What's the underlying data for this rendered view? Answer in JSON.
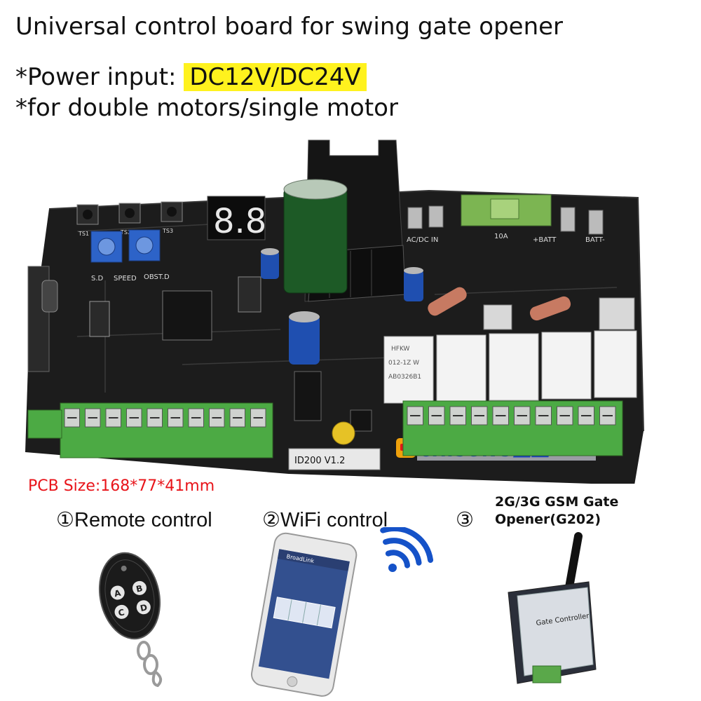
{
  "title": "Universal control board for swing gate opener",
  "power": {
    "label": "*Power input: ",
    "value": "DC12V/DC24V"
  },
  "motors": "*for double motors/single motor",
  "pcb_size": "PCB Size:168*77*41mm",
  "features": {
    "remote": "①Remote control",
    "wifi": "②WiFi control",
    "gsm_num": "③",
    "gsm_line1": "2G/3G GSM Gate",
    "gsm_line2": "Opener(G202)"
  },
  "board": {
    "display": "8.8",
    "pot_labels": [
      "S.D",
      "SPEED",
      "OBST.D"
    ],
    "button_labels": [
      "TS1",
      "TS2",
      "TS3"
    ],
    "relay_text": [
      "HFKW",
      "012-1Z W",
      "AB0326B1"
    ],
    "fuse_label": "10A",
    "power_in": "AC/DC IN",
    "batt_plus": "+BATT",
    "batt_minus": "BATT-",
    "version": "ID200 V1.2",
    "brand": "CHISUNG至上",
    "terminals_left": 10,
    "terminals_right": 10
  },
  "remote": {
    "buttons": [
      "A",
      "B",
      "C",
      "D"
    ]
  },
  "phone": {
    "app_title": "BroadLink"
  },
  "gsm_device": {
    "label": "Gate Controller"
  },
  "colors": {
    "pcb": "#1c1c1c",
    "terminal": "#4caa44",
    "highlight": "#fff21e",
    "pcb_size_text": "#e8141a",
    "wifi_icon": "#1552c8",
    "brand_blue": "#1a3ec0",
    "brand_red": "#e01818"
  }
}
